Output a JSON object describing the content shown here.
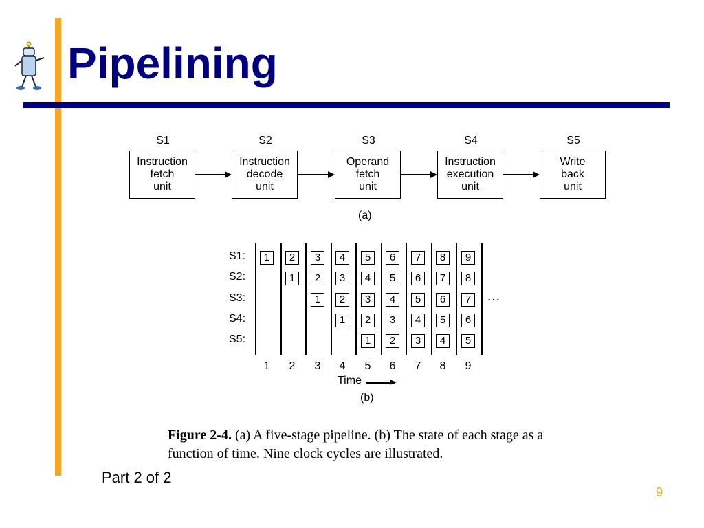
{
  "slide": {
    "title": "Pipelining",
    "footer_left": "Part 2 of 2",
    "page_number": "9",
    "colors": {
      "accent_bar": "#f5a623",
      "title": "#00007f",
      "rule": "#00007f"
    }
  },
  "diagram_a": {
    "stages": [
      {
        "id": "S1",
        "label": "Instruction\nfetch\nunit"
      },
      {
        "id": "S2",
        "label": "Instruction\ndecode\nunit"
      },
      {
        "id": "S3",
        "label": "Operand\nfetch\nunit"
      },
      {
        "id": "S4",
        "label": "Instruction\nexecution\nunit"
      },
      {
        "id": "S5",
        "label": "Write\nback\nunit"
      }
    ],
    "caption": "(a)"
  },
  "diagram_b": {
    "rows": [
      {
        "label": "S1:",
        "start": 1,
        "values": [
          1,
          2,
          3,
          4,
          5,
          6,
          7,
          8,
          9
        ]
      },
      {
        "label": "S2:",
        "start": 2,
        "values": [
          1,
          2,
          3,
          4,
          5,
          6,
          7,
          8
        ]
      },
      {
        "label": "S3:",
        "start": 3,
        "values": [
          1,
          2,
          3,
          4,
          5,
          6,
          7
        ]
      },
      {
        "label": "S4:",
        "start": 4,
        "values": [
          1,
          2,
          3,
          4,
          5,
          6
        ]
      },
      {
        "label": "S5:",
        "start": 5,
        "values": [
          1,
          2,
          3,
          4,
          5
        ]
      }
    ],
    "time_ticks": [
      "1",
      "2",
      "3",
      "4",
      "5",
      "6",
      "7",
      "8",
      "9"
    ],
    "ellipsis": "…",
    "time_label": "Time",
    "caption": "(b)"
  },
  "figure_caption": {
    "bold": "Figure 2-4.",
    "text": " (a) A five-stage pipeline. (b) The state of each stage as a function of time. Nine clock cycles are illustrated."
  }
}
